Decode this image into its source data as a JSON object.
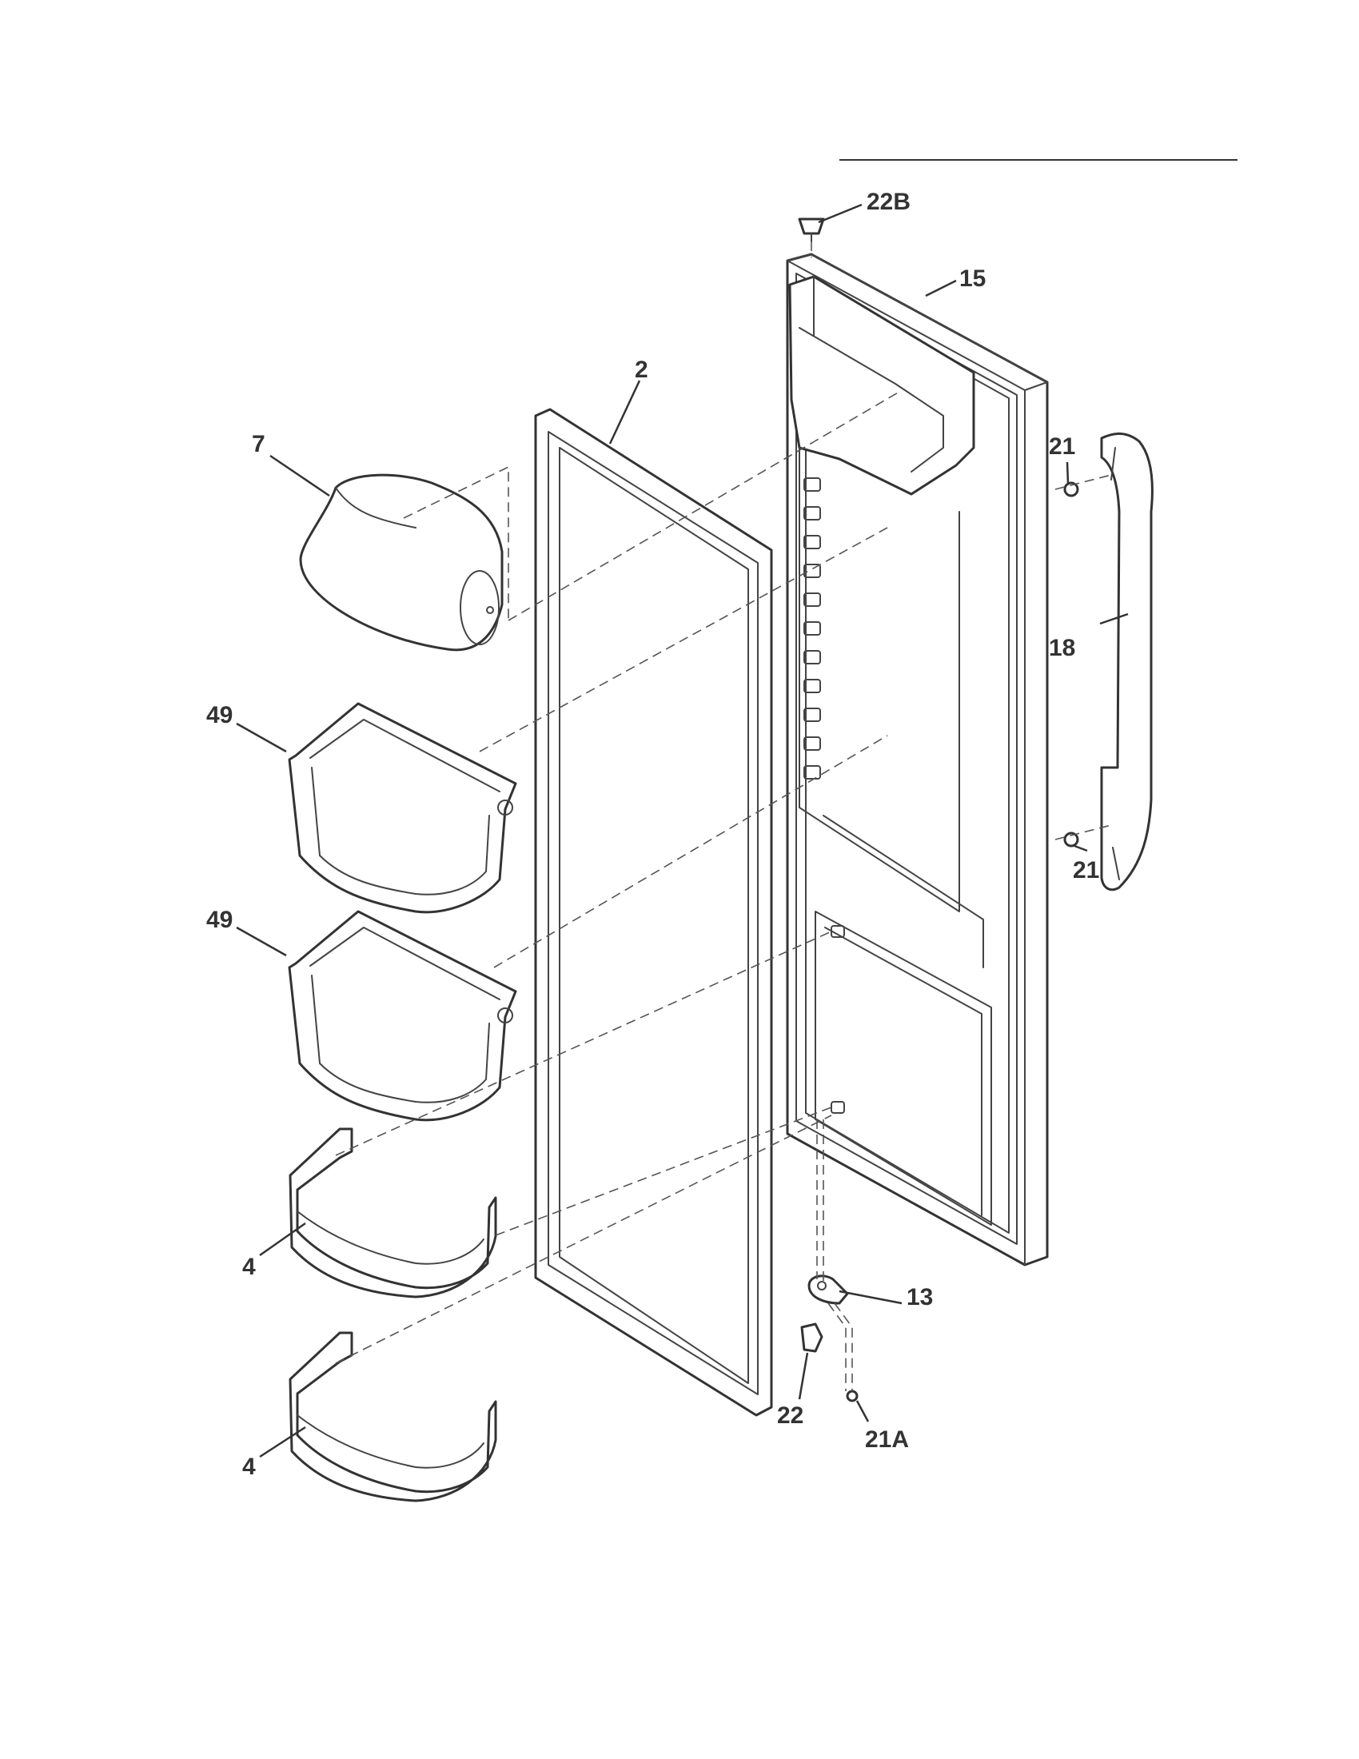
{
  "callouts": {
    "c22b": "22B",
    "c15": "15",
    "c2": "2",
    "c7": "7",
    "c21_top": "21",
    "c18": "18",
    "c21_bottom": "21",
    "c49_upper": "49",
    "c49_lower": "49",
    "c4_upper": "4",
    "c4_lower": "4",
    "c13": "13",
    "c22": "22",
    "c21a": "21A"
  },
  "colors": {
    "line": "#333333",
    "background": "#ffffff"
  }
}
